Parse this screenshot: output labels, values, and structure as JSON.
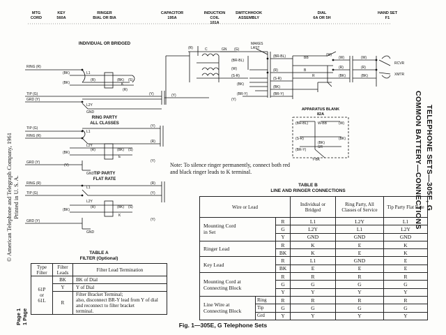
{
  "page": {
    "title_main": "TELEPHONE SETS—305E, G",
    "title_sub": "COMMON BATTERY—CONNECTIONS",
    "copyright": [
      "© American Telephone and Telegraph Company, 1961",
      "Printed in U. S. A."
    ],
    "page_tab": [
      "Page 1",
      "1 Page"
    ],
    "figure_caption": "Fig. 1—305E, G Telephone Sets",
    "note": "Note: To silence ringer permanently, connect both red and black ringer leads to K terminal."
  },
  "diagram": {
    "column_headers": [
      {
        "id": "mtg-cord",
        "lines": [
          "MTG",
          "CORD"
        ]
      },
      {
        "id": "key",
        "lines": [
          "KEY",
          "560A"
        ]
      },
      {
        "id": "ringer",
        "lines": [
          "RINGER",
          "BIAL OR BIA"
        ]
      },
      {
        "id": "capacitor",
        "lines": [
          "CAPACITOR",
          "195A"
        ]
      },
      {
        "id": "induction-coil",
        "lines": [
          "INDUCTION",
          "COIL",
          "101A"
        ]
      },
      {
        "id": "switchhook",
        "lines": [
          "SWITCHHOOK",
          "ASSEMBLY"
        ]
      },
      {
        "id": "dial",
        "lines": [
          "DIAL",
          "6A OR 5H"
        ]
      },
      {
        "id": "hand-set",
        "lines": [
          "HAND SET",
          "F1"
        ]
      }
    ],
    "sections": [
      {
        "title": [
          "INDIVIDUAL OR BRIDGED"
        ]
      },
      {
        "title": [
          "RING PARTY",
          "ALL CLASSES"
        ]
      },
      {
        "title": [
          "TIP PARTY",
          "FLAT RATE"
        ]
      }
    ],
    "labels": {
      "ring_r": "RING (R)",
      "tip_g": "TIP (G)",
      "grd_y": "GRD (Y)",
      "bk": "(BK)",
      "r": "(R)",
      "y": "(Y)",
      "s": "(S)",
      "w": "(W)",
      "g": "(G)",
      "br_bl": "(BR-BL)",
      "s_r": "(S-R)",
      "br_y": "(BR-Y)",
      "gn": "GN",
      "c": "C",
      "l1": "L1",
      "l2y": "L2Y",
      "gnd": "GND",
      "e": "E",
      "k": "K",
      "bb": "BB",
      "b": "B",
      "b_letter": "R",
      "makes_last": [
        "MAKES",
        "LAST"
      ],
      "apparatus_blank": [
        "APPARATUS BLANK",
        "82A"
      ],
      "wbb": "W-BB",
      "sr": "SR",
      "y_bk": "Y-BK",
      "rcvr": "RCVR",
      "xmtr": "XMTR"
    }
  },
  "table_b": {
    "caption": [
      "TABLE B",
      "LINE AND RINGER CONNECTIONS"
    ],
    "headers": [
      "Wire or Lead",
      "Individual or Bridged",
      "Ring Party, All Classes of Service",
      "Tip Party Flat Rate"
    ],
    "groups": [
      {
        "lead": [
          "Mounting Cord",
          "in Set"
        ],
        "rows": [
          {
            "sub": "",
            "color": "R",
            "v": [
              "L1",
              "L2Y",
              "L1"
            ]
          },
          {
            "sub": "",
            "color": "G",
            "v": [
              "L2Y",
              "L1",
              "L2Y"
            ]
          },
          {
            "sub": "",
            "color": "Y",
            "v": [
              "GND",
              "GND",
              "GND"
            ]
          }
        ]
      },
      {
        "lead": [
          "Ringer Lead"
        ],
        "rows": [
          {
            "sub": "",
            "color": "R",
            "v": [
              "K",
              "E",
              "K"
            ]
          },
          {
            "sub": "",
            "color": "BK",
            "v": [
              "K",
              "E",
              "K"
            ]
          }
        ]
      },
      {
        "lead": [
          "Key Lead"
        ],
        "rows": [
          {
            "sub": "",
            "color": "R",
            "v": [
              "L1",
              "GND",
              "E"
            ]
          },
          {
            "sub": "",
            "color": "BK",
            "v": [
              "E",
              "E",
              "E"
            ]
          }
        ]
      },
      {
        "lead": [
          "Mounting Cord at",
          "Connecting Block"
        ],
        "rows": [
          {
            "sub": "",
            "color": "R",
            "v": [
              "R",
              "R",
              "R"
            ]
          },
          {
            "sub": "",
            "color": "G",
            "v": [
              "G",
              "G",
              "G"
            ]
          },
          {
            "sub": "",
            "color": "Y",
            "v": [
              "Y",
              "Y",
              "Y"
            ]
          }
        ]
      },
      {
        "lead": [
          "Line Wire at",
          "Connecting Block"
        ],
        "rows": [
          {
            "sub": "Ring",
            "color": "R",
            "v": [
              "R",
              "R",
              "R"
            ]
          },
          {
            "sub": "Tip",
            "color": "G",
            "v": [
              "G",
              "G",
              "G"
            ]
          },
          {
            "sub": "Grd",
            "color": "Y",
            "v": [
              "Y",
              "Y",
              "Y"
            ]
          }
        ]
      }
    ]
  },
  "table_a": {
    "caption": [
      "TABLE A",
      "FILTER (Optional)"
    ],
    "headers": [
      "Type Filter",
      "Filter Leads",
      "Filter Lead Termination"
    ],
    "type_filter": [
      "61P",
      "or",
      "61L"
    ],
    "rows": [
      {
        "lead": "BK",
        "term": [
          "BK of Dial"
        ]
      },
      {
        "lead": "Y",
        "term": [
          "Y of Dial"
        ]
      },
      {
        "lead": "R",
        "term": [
          "Filter Bracket Terminal;",
          "also, disconnect BR-Y lead from Y of dial",
          "and reconnect to filter bracket",
          "terminal."
        ]
      }
    ]
  }
}
